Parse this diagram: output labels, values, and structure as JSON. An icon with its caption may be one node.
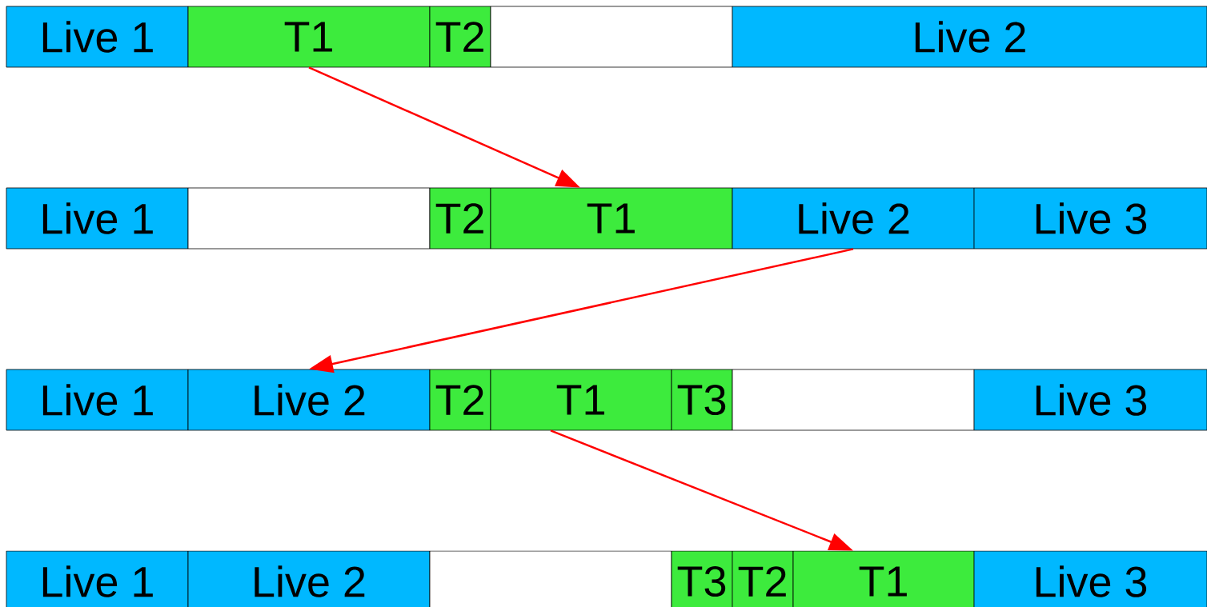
{
  "diagram": {
    "nodes": [
      {
        "text": [
          "Live 1"
        ]
      },
      {
        "text": [
          "T1"
        ]
      },
      {
        "text": [
          "T2"
        ]
      },
      {
        "text": [],
        "shape": "box"
      },
      {
        "text": [
          "Live 2"
        ]
      },
      {
        "text": [
          "Live 1"
        ]
      },
      {
        "text": [],
        "shape": "box"
      },
      {
        "text": [
          "T2"
        ]
      },
      {
        "text": [
          "T1"
        ]
      },
      {
        "text": [
          "Live 2"
        ]
      },
      {
        "text": [
          "Live 3"
        ]
      },
      {
        "text": [
          "Live 1"
        ]
      },
      {
        "text": [
          "Live 2"
        ]
      },
      {
        "text": [
          "T2"
        ]
      },
      {
        "text": [
          "T1"
        ]
      },
      {
        "text": [
          "T3"
        ]
      },
      {
        "text": [],
        "shape": "box"
      },
      {
        "text": [
          "Live 3"
        ]
      },
      {
        "text": [
          "Live 1"
        ]
      },
      {
        "text": [
          "Live 2"
        ]
      },
      {
        "text": [],
        "shape": "box"
      },
      {
        "text": [
          "T3"
        ]
      },
      {
        "text": [
          "T2"
        ]
      },
      {
        "text": [
          "T1"
        ]
      },
      {
        "text": [
          "Live 3"
        ]
      }
    ],
    "edges": [
      {
        "from": 1,
        "to": 8,
        "arrow": "to"
      },
      {
        "from": 9,
        "to": 12,
        "arrow": "to"
      },
      {
        "from": 14,
        "to": 23,
        "arrow": "to"
      }
    ]
  }
}
